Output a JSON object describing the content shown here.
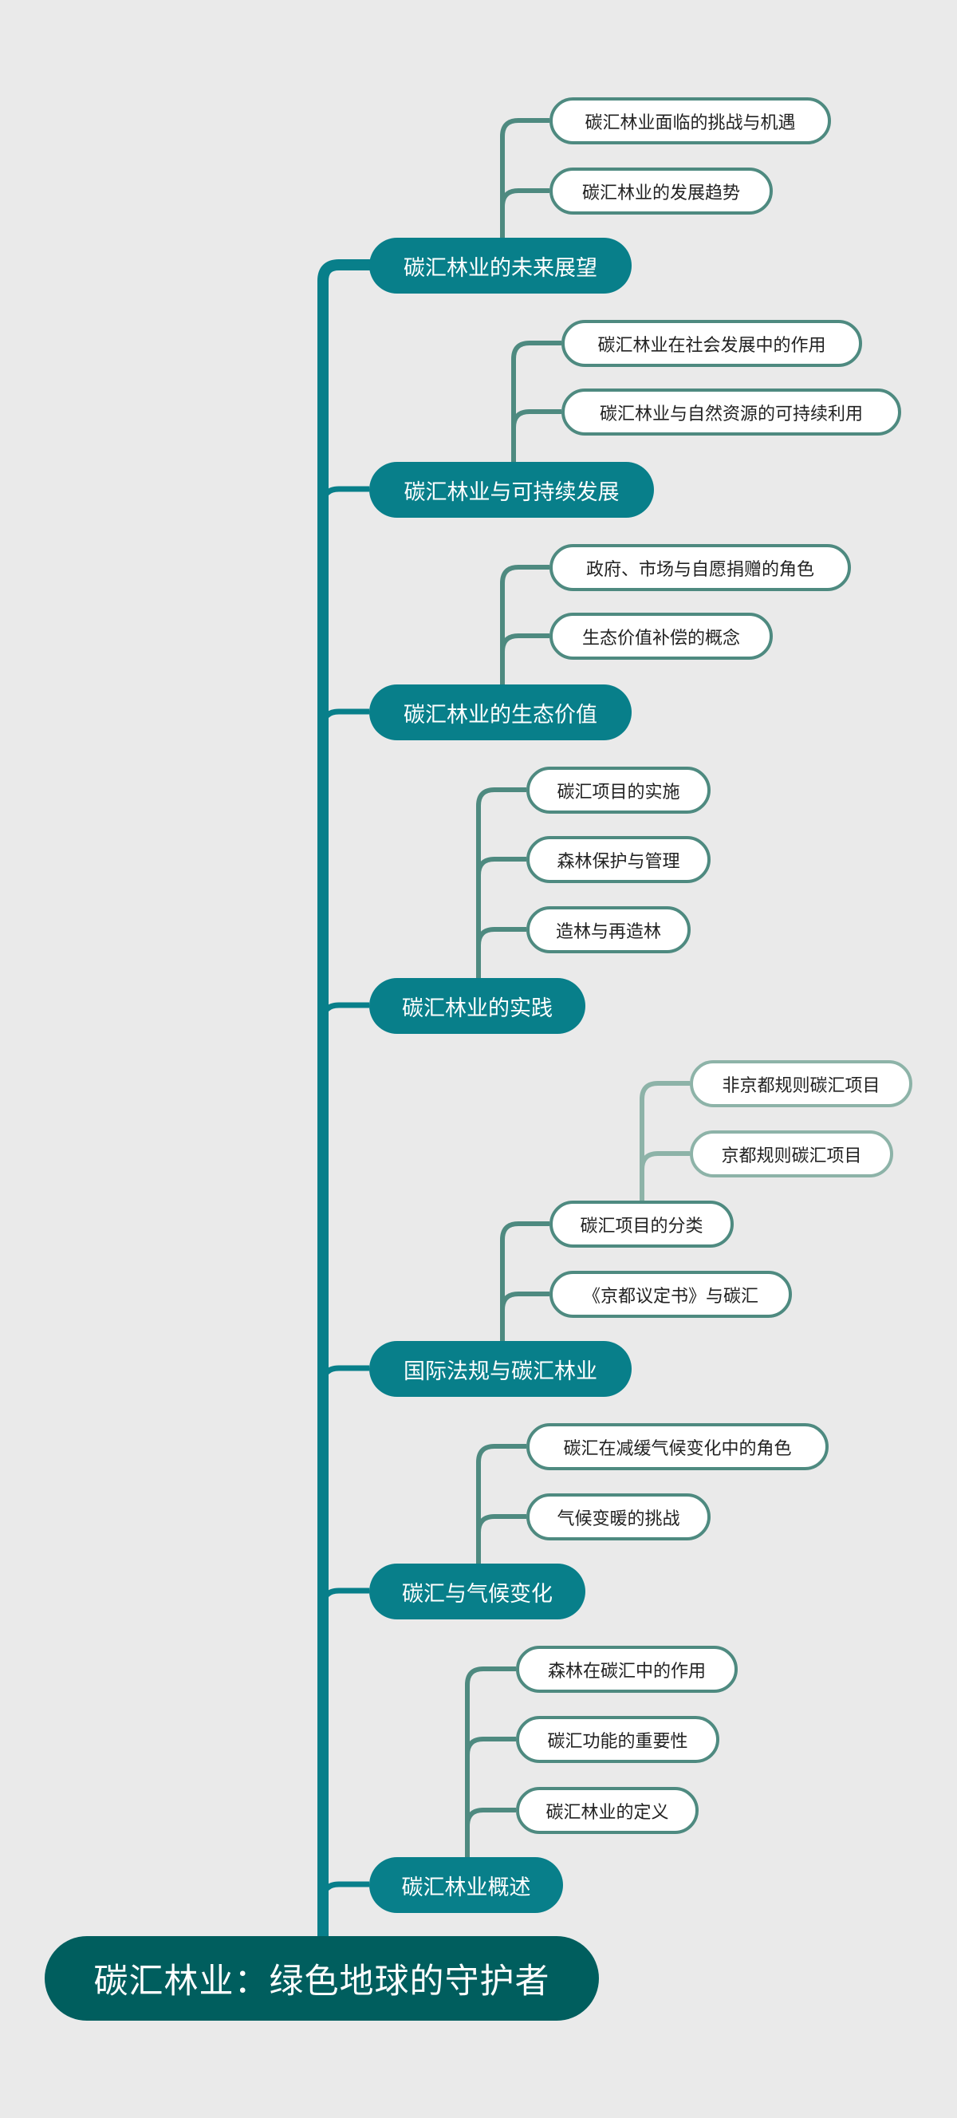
{
  "colors": {
    "background": "#eaeaea",
    "root_fill": "#005e5e",
    "topic_fill": "#087f8a",
    "trunk": "#087f8a",
    "leaf_border": "#4e8a80",
    "leaf3_border": "#8db3a8",
    "leaf_fill": "#ffffff"
  },
  "root": {
    "label": "碳汇林业：绿色地球的守护者"
  },
  "topics": [
    {
      "label": "碳汇林业的未来展望",
      "children": [
        {
          "label": "碳汇林业面临的挑战与机遇"
        },
        {
          "label": "碳汇林业的发展趋势"
        }
      ]
    },
    {
      "label": "碳汇林业与可持续发展",
      "children": [
        {
          "label": "碳汇林业在社会发展中的作用"
        },
        {
          "label": "碳汇林业与自然资源的可持续利用"
        }
      ]
    },
    {
      "label": "碳汇林业的生态价值",
      "children": [
        {
          "label": "政府、市场与自愿捐赠的角色"
        },
        {
          "label": "生态价值补偿的概念"
        }
      ]
    },
    {
      "label": "碳汇林业的实践",
      "children": [
        {
          "label": "碳汇项目的实施"
        },
        {
          "label": "森林保护与管理"
        },
        {
          "label": "造林与再造林"
        }
      ]
    },
    {
      "label": "国际法规与碳汇林业",
      "children": [
        {
          "label": "碳汇项目的分类",
          "children": [
            {
              "label": "非京都规则碳汇项目"
            },
            {
              "label": "京都规则碳汇项目"
            }
          ]
        },
        {
          "label": "《京都议定书》与碳汇"
        }
      ]
    },
    {
      "label": "碳汇与气候变化",
      "children": [
        {
          "label": "碳汇在减缓气候变化中的角色"
        },
        {
          "label": "气候变暖的挑战"
        }
      ]
    },
    {
      "label": "碳汇林业概述",
      "children": [
        {
          "label": "森林在碳汇中的作用"
        },
        {
          "label": "碳汇功能的重要性"
        },
        {
          "label": "碳汇林业的定义"
        }
      ]
    }
  ]
}
